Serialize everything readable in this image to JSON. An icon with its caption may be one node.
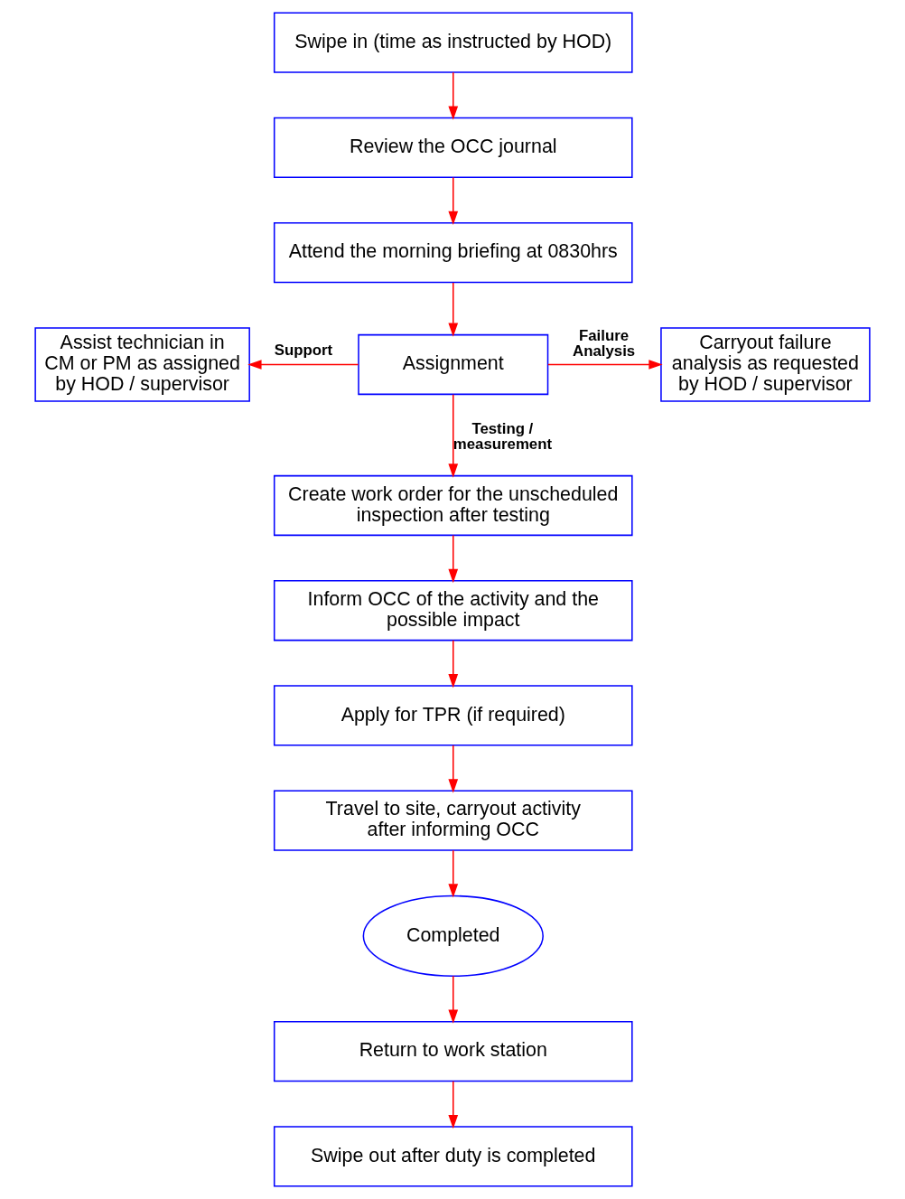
{
  "diagram": {
    "nodes": [
      {
        "text": [
          "Swipe in (time as instructed by HOD)"
        ]
      },
      {
        "text": [
          "Review the OCC journal"
        ]
      },
      {
        "text": [
          "Attend the morning briefing at 0830hrs"
        ]
      },
      {
        "text": [
          "Assist technician in CM or PM as assigned by HOD / supervisor"
        ]
      },
      {
        "text": [
          "Assignment"
        ]
      },
      {
        "text": [
          "Carryout failure analysis as requested by HOD / supervisor"
        ]
      },
      {
        "text": [
          "Create work order for the unscheduled inspection after testing"
        ]
      },
      {
        "text": [
          "Inform OCC of the activity and the possible impact"
        ]
      },
      {
        "text": [
          "Apply for TPR (if required)"
        ]
      },
      {
        "text": [
          "Travel to site, carryout activity after informing OCC"
        ]
      },
      {
        "text": [
          "Completed"
        ]
      },
      {
        "text": [
          "Return to work station"
        ]
      },
      {
        "text": [
          "Swipe out after duty is completed"
        ]
      }
    ],
    "edges": [
      {
        "from": 0,
        "to": 1,
        "arrow": "to"
      },
      {
        "from": 1,
        "to": 2,
        "arrow": "to"
      },
      {
        "from": 2,
        "to": 4,
        "arrow": "to"
      },
      {
        "from": 4,
        "to": 3,
        "arrow": "to",
        "label": "Support"
      },
      {
        "from": 4,
        "to": 5,
        "arrow": "to",
        "label": "Failure Analysis"
      },
      {
        "from": 4,
        "to": 6,
        "arrow": "to",
        "label": "Testing / measurement"
      },
      {
        "from": 6,
        "to": 7,
        "arrow": "to"
      },
      {
        "from": 7,
        "to": 8,
        "arrow": "to"
      },
      {
        "from": 8,
        "to": 9,
        "arrow": "to"
      },
      {
        "from": 9,
        "to": 10,
        "arrow": "to"
      },
      {
        "from": 10,
        "to": 11,
        "arrow": "to"
      },
      {
        "from": 11,
        "to": 12,
        "arrow": "to"
      }
    ]
  }
}
